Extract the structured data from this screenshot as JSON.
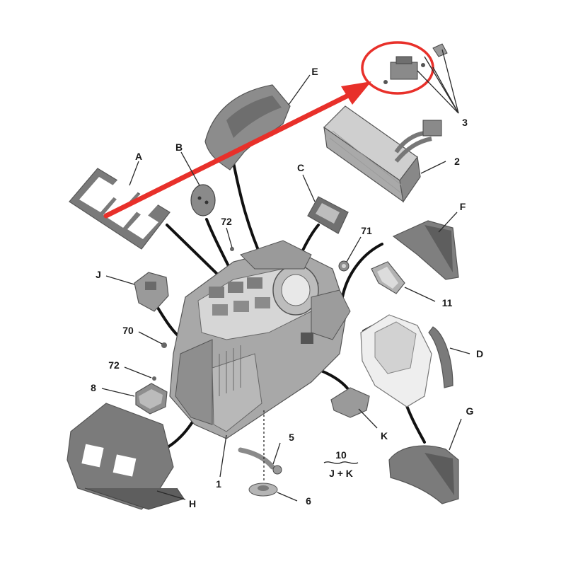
{
  "colors": {
    "highlight": "#e8302a",
    "part_dark": "#6f6f6f",
    "part_mid": "#9a9a9a",
    "part_light": "#d9d9d9",
    "line": "#1a1a1a"
  },
  "callouts": {
    "A": "A",
    "B": "B",
    "C": "C",
    "D": "D",
    "E": "E",
    "F": "F",
    "G": "G",
    "H": "H",
    "J": "J",
    "K": "K",
    "n1": "1",
    "n2": "2",
    "n3": "3",
    "n5": "5",
    "n6": "6",
    "n8": "8",
    "n11": "11",
    "n70": "70",
    "n71": "71",
    "n72a": "72",
    "n72b": "72"
  },
  "kit_note": {
    "number": "10",
    "contents": "J + K"
  }
}
